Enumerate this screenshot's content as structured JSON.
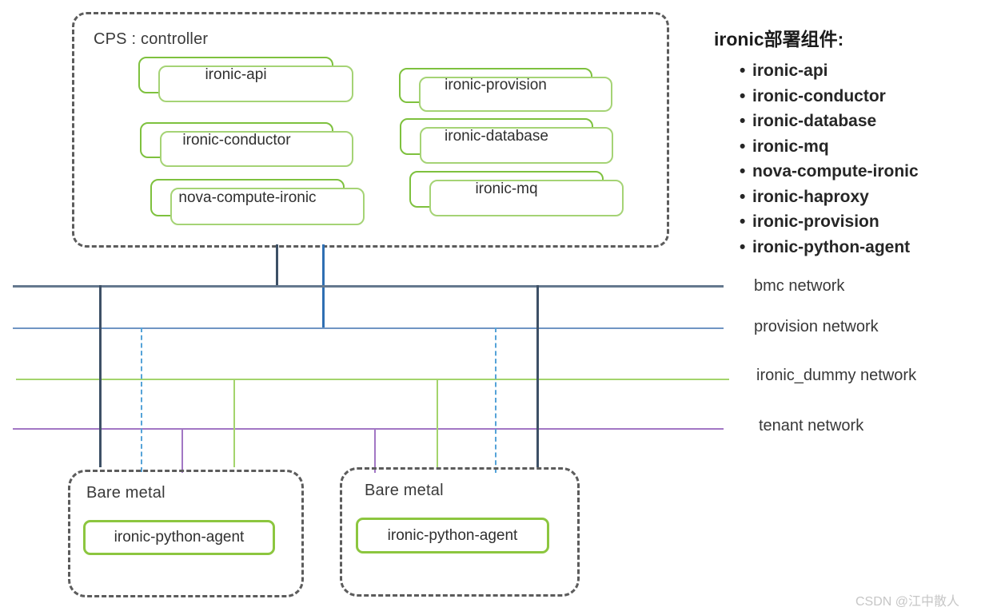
{
  "cps": {
    "title": "CPS : controller",
    "components": [
      "ironic-api",
      "ironic-provision",
      "ironic-conductor",
      "ironic-database",
      "nova-compute-ironic",
      "ironic-mq"
    ]
  },
  "legend": {
    "title": "ironic部署组件:",
    "bullet": "•",
    "items": [
      "ironic-api",
      "ironic-conductor",
      "ironic-database",
      "ironic-mq",
      "nova-compute-ironic",
      "ironic-haproxy",
      "ironic-provision",
      "ironic-python-agent"
    ]
  },
  "networks": [
    {
      "label": "bmc network",
      "color": "#64788e"
    },
    {
      "label": "provision network",
      "color": "#6f95c3"
    },
    {
      "label": "ironic_dummy network",
      "color": "#a3d46c"
    },
    {
      "label": "tenant network",
      "color": "#a277c4"
    }
  ],
  "bare_metal_nodes": [
    {
      "title": "Bare metal",
      "component": "ironic-python-agent"
    },
    {
      "title": "Bare metal",
      "component": "ironic-python-agent"
    }
  ],
  "watermark": "CSDN @江中散人",
  "accent_colors": {
    "component_border": "#7ec13e",
    "component_shadow_border": "#a5d375",
    "dashed_container_border": "#5c5c5c",
    "bmc_connector_dark": "#3d5066",
    "provision_connector_blue": "#2f6fb3",
    "dashed_connector_blue": "#55a3d8"
  }
}
